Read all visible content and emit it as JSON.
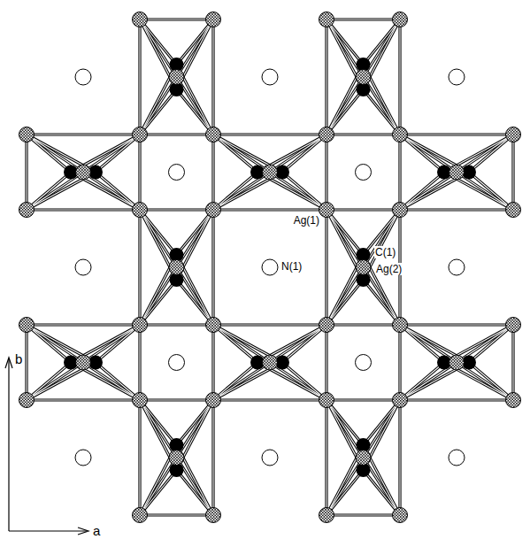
{
  "diagram": {
    "labels": [
      "Ag(1)",
      "C(1)",
      "Ag(2)",
      "N(1)",
      "b",
      "a"
    ]
  }
}
